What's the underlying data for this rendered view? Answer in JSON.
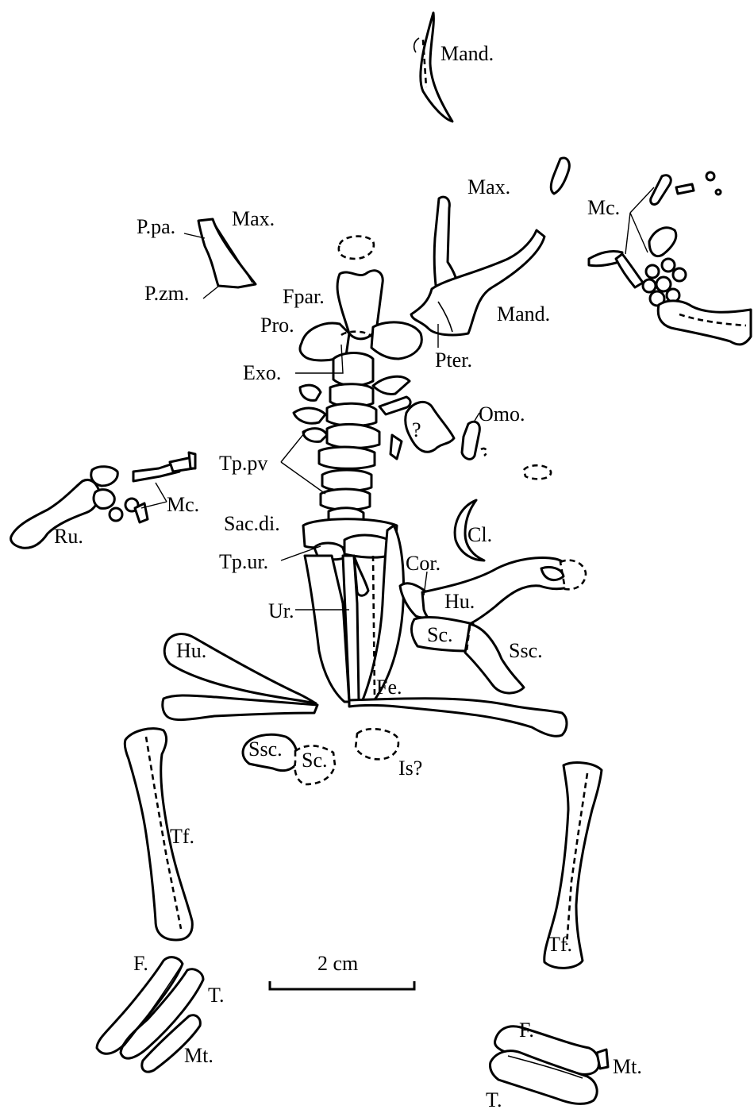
{
  "labels": {
    "mand_top": "Mand.",
    "max_left": "Max.",
    "p_pa": "P.pa.",
    "p_zm": "P.zm.",
    "max_right": "Max.",
    "mc_right": "Mc.",
    "fpar": "Fpar.",
    "pro": "Pro.",
    "mand_right": "Mand.",
    "pter": "Pter.",
    "exo": "Exo.",
    "omo": "Omo.",
    "question": "?",
    "tp_pv": "Tp.pv",
    "mc_left": "Mc.",
    "ru": "Ru.",
    "sac_di": "Sac.di.",
    "cl": "Cl.",
    "tp_ur": "Tp.ur.",
    "cor": "Cor.",
    "hu_right": "Hu.",
    "ur": "Ur.",
    "sc_right": "Sc.",
    "ssc_right": "Ssc.",
    "hu_left": "Hu.",
    "fe": "Fe.",
    "ssc_lower": "Ssc.",
    "sc_lower": "Sc.",
    "is": "Is?",
    "tf_left": "Tf.",
    "tf_right": "Tf.",
    "f_left": "F.",
    "t_left": "T.",
    "mt_left": "Mt.",
    "f_right": "F.",
    "mt_right": "Mt.",
    "t_right": "T."
  },
  "scale_bar": {
    "label": "2 cm",
    "length_cm": 2
  },
  "colors": {
    "ink": "#000000",
    "background": "#ffffff"
  }
}
